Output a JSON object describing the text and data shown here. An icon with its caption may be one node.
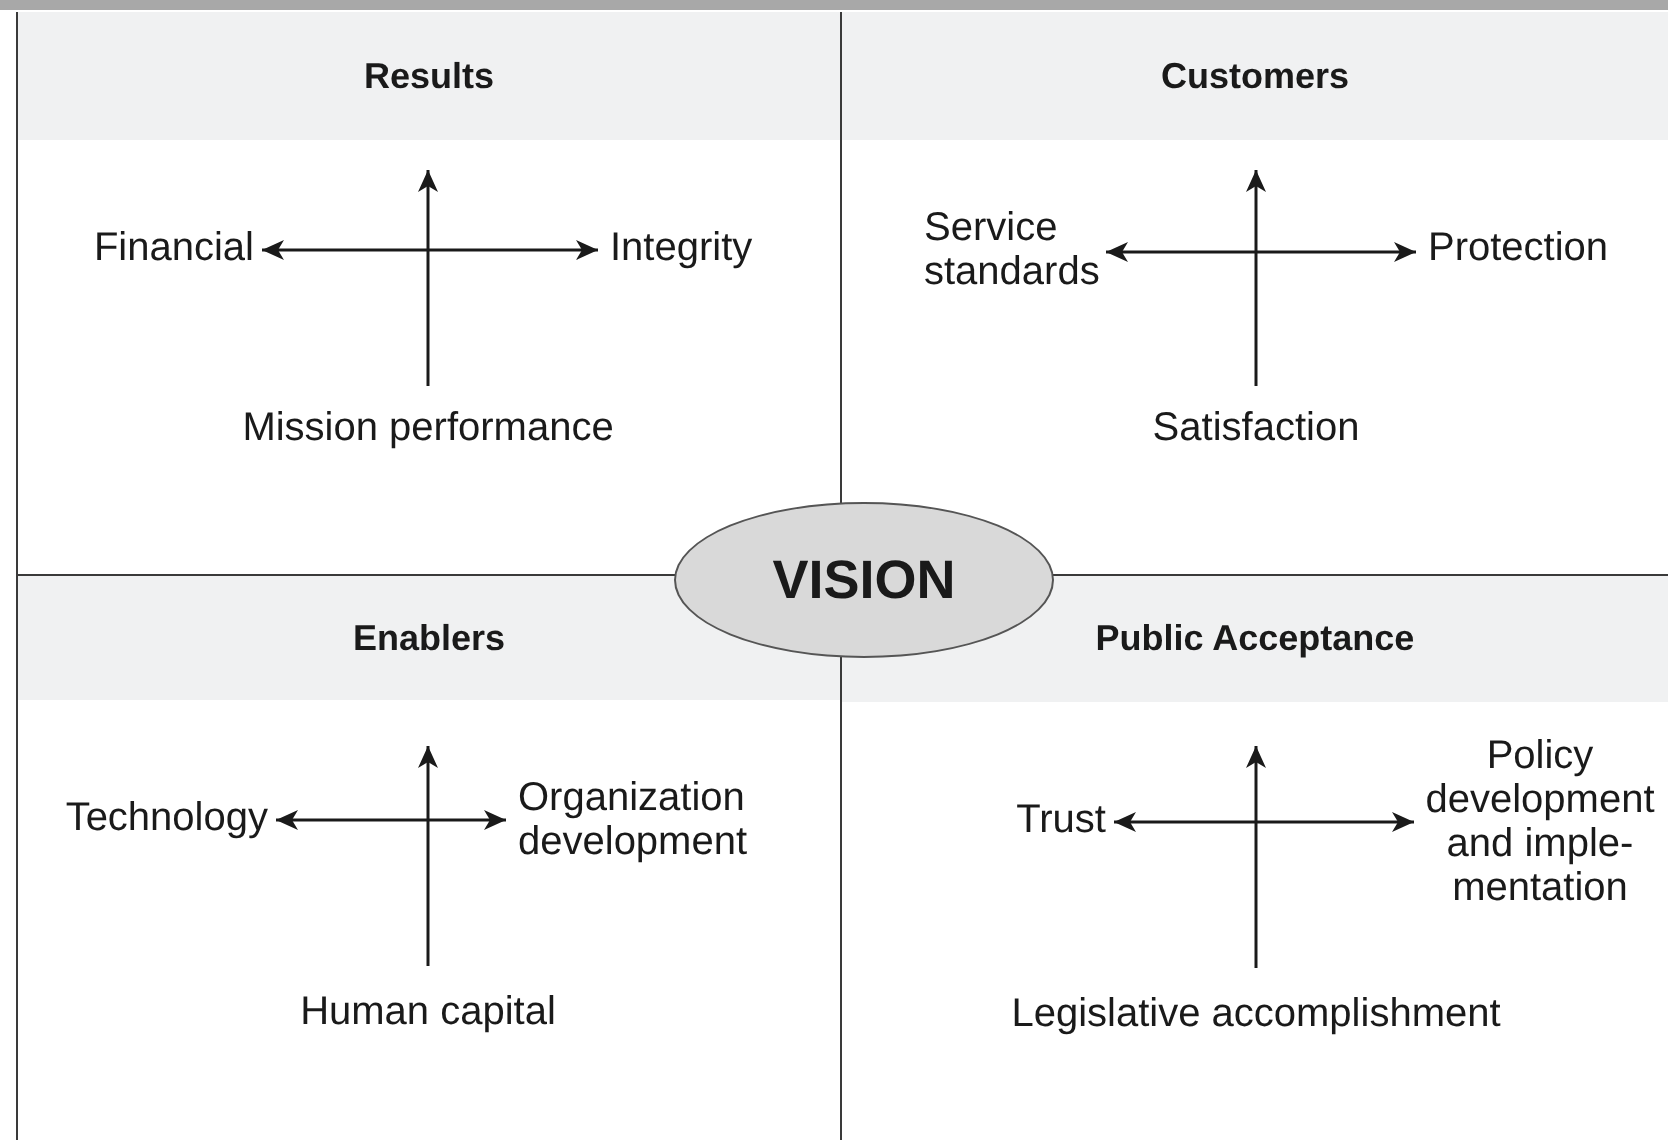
{
  "diagram": {
    "nodes": [
      {
        "text": [
          "Results"
        ]
      },
      {
        "text": [
          "Financial"
        ],
        "in": 0
      },
      {
        "text": [
          "Integrity"
        ],
        "in": 0
      },
      {
        "text": [
          "Mission performance"
        ],
        "in": 0
      },
      {
        "text": [
          "Customers"
        ]
      },
      {
        "text": [
          "Service standards"
        ],
        "in": 4
      },
      {
        "text": [
          "Protection"
        ],
        "in": 4
      },
      {
        "text": [
          "Satisfaction"
        ],
        "in": 4
      },
      {
        "text": [
          "VISION"
        ]
      },
      {
        "text": [
          "Enablers"
        ]
      },
      {
        "text": [
          "Technology"
        ],
        "in": 9
      },
      {
        "text": [
          "Organization development"
        ],
        "in": 9
      },
      {
        "text": [
          "Human capital"
        ],
        "in": 9
      },
      {
        "text": [
          "Public Acceptance"
        ]
      },
      {
        "text": [
          "Trust"
        ],
        "in": 13
      },
      {
        "text": [
          "Policy development and imple- mentation"
        ],
        "in": 13
      },
      {
        "text": [
          "Legislative accomplishment"
        ],
        "in": 13
      }
    ],
    "edges": [
      {
        "from": 1,
        "to": 2,
        "arrow": "both"
      },
      {
        "from": 3,
        "to": null,
        "arrow": "to"
      },
      {
        "from": 5,
        "to": 6,
        "arrow": "both"
      },
      {
        "from": 7,
        "to": null,
        "arrow": "to"
      },
      {
        "from": 10,
        "to": 11,
        "arrow": "both"
      },
      {
        "from": 12,
        "to": null,
        "arrow": "to"
      },
      {
        "from": 14,
        "to": 15,
        "arrow": "both"
      },
      {
        "from": 16,
        "to": null,
        "arrow": "to"
      }
    ]
  }
}
